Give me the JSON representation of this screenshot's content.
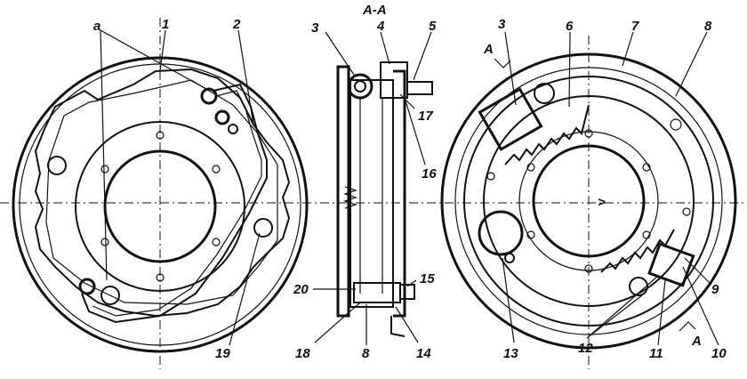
{
  "figure": {
    "section_title": "A-A",
    "left_view": {
      "labels": {
        "a": "a",
        "l1": "1",
        "l2": "2",
        "l19": "19"
      }
    },
    "section_view": {
      "labels": {
        "l3": "3",
        "l4": "4",
        "l5": "5",
        "l17": "17",
        "l16": "16",
        "l20": "20",
        "l15": "15",
        "l18": "18",
        "l8": "8",
        "l14": "14"
      }
    },
    "right_view": {
      "labels": {
        "l3": "3",
        "l6": "6",
        "l7": "7",
        "l8": "8",
        "lA1": "A",
        "lA2": "A",
        "l9": "9",
        "l13": "13",
        "l12": "12",
        "l11": "11",
        "l10": "10"
      }
    }
  }
}
